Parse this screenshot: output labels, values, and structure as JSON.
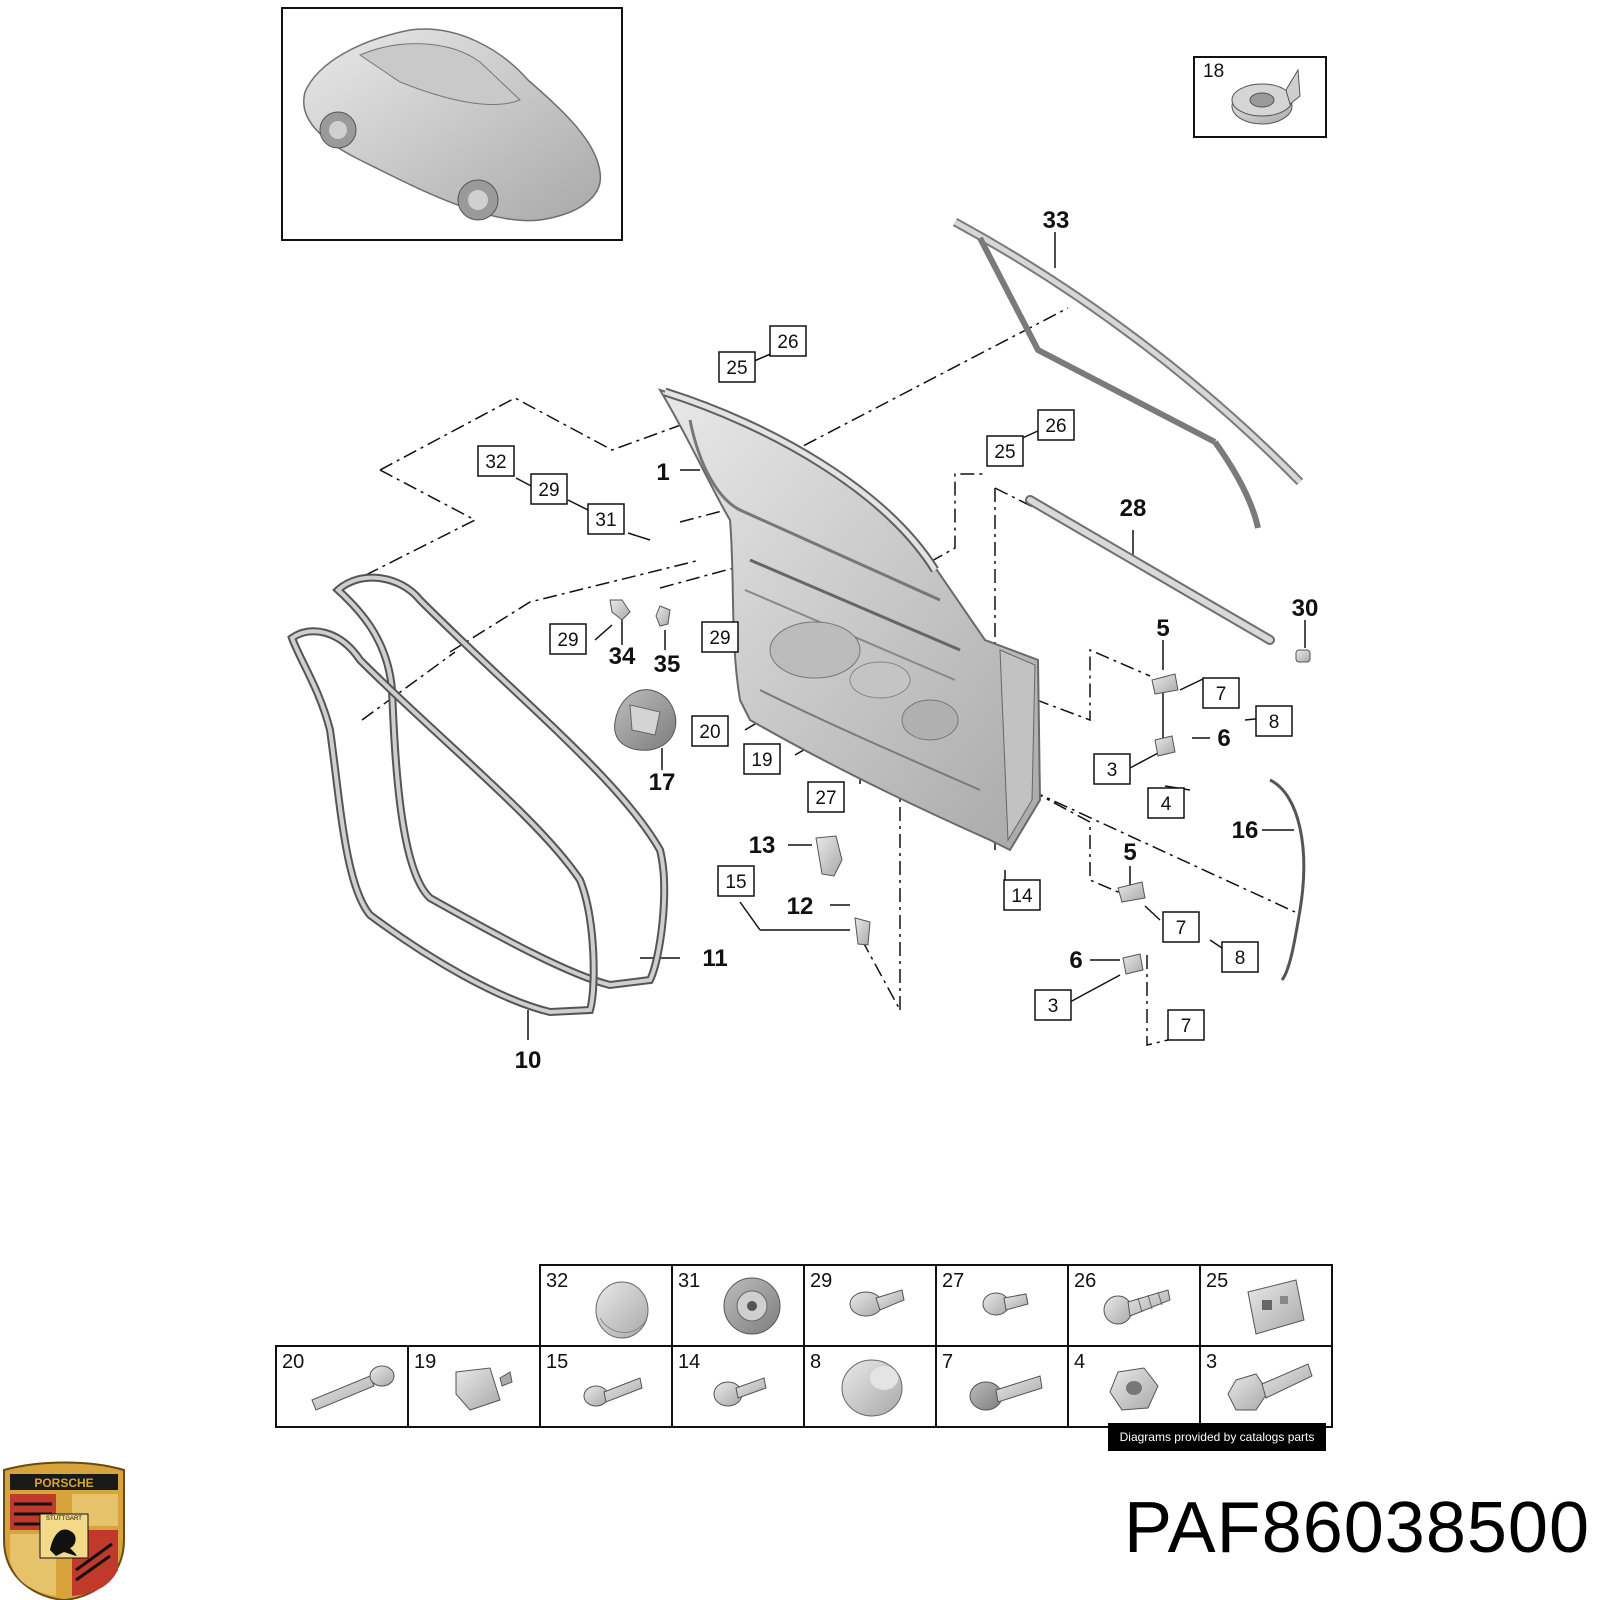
{
  "part_number": "PAF86038500",
  "credit": "Diagrams provided by catalogs parts",
  "logo": {
    "name": "porsche-crest",
    "lettering_top": "PORSCHE",
    "lettering_center": "STUTTGART"
  },
  "thumbnail": {
    "icon": "car-thumbnail-icon"
  },
  "callouts_plain": [
    "1",
    "33",
    "28",
    "30",
    "5",
    "6",
    "5",
    "6",
    "16",
    "13",
    "12",
    "34",
    "35",
    "17",
    "11",
    "10"
  ],
  "callouts_boxed": [
    "18",
    "26",
    "25",
    "26",
    "25",
    "32",
    "29",
    "31",
    "29",
    "29",
    "20",
    "19",
    "27",
    "7",
    "8",
    "3",
    "4",
    "14",
    "15",
    "7",
    "8",
    "3",
    "7"
  ],
  "parts_table": {
    "row1": [
      "32",
      "31",
      "29",
      "27",
      "26",
      "25"
    ],
    "row2": [
      "20",
      "19",
      "15",
      "14",
      "8",
      "7",
      "4",
      "3"
    ]
  },
  "colors": {
    "line": "#111111",
    "part_fill": "#d9d9d9",
    "part_stroke": "#6f6f6f",
    "crest_gold": "#d6a43a",
    "crest_red": "#c0392b"
  }
}
